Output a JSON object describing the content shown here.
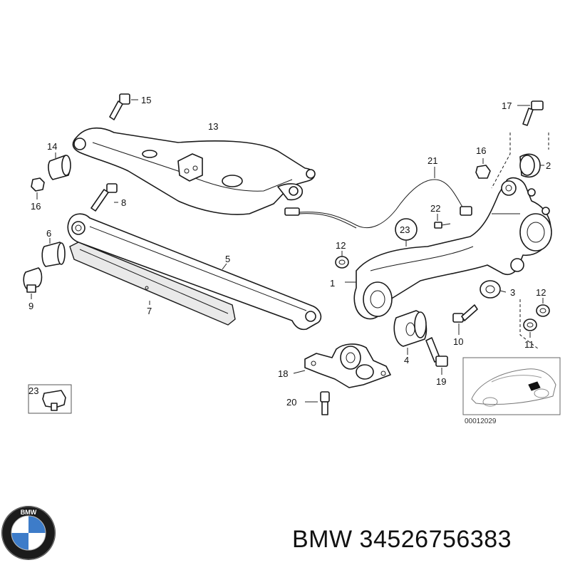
{
  "diagram": {
    "callouts": [
      "1",
      "2",
      "3",
      "4",
      "5",
      "6",
      "7",
      "8",
      "9",
      "10",
      "11",
      "12",
      "12",
      "13",
      "14",
      "15",
      "16",
      "16",
      "17",
      "18",
      "19",
      "20",
      "21",
      "22",
      "23",
      "23"
    ],
    "drawing_number": "00012029",
    "inset_callout": "23"
  },
  "footer": {
    "brand": "BMW",
    "part_number": "34526756383",
    "logo_letters": "BMW"
  }
}
